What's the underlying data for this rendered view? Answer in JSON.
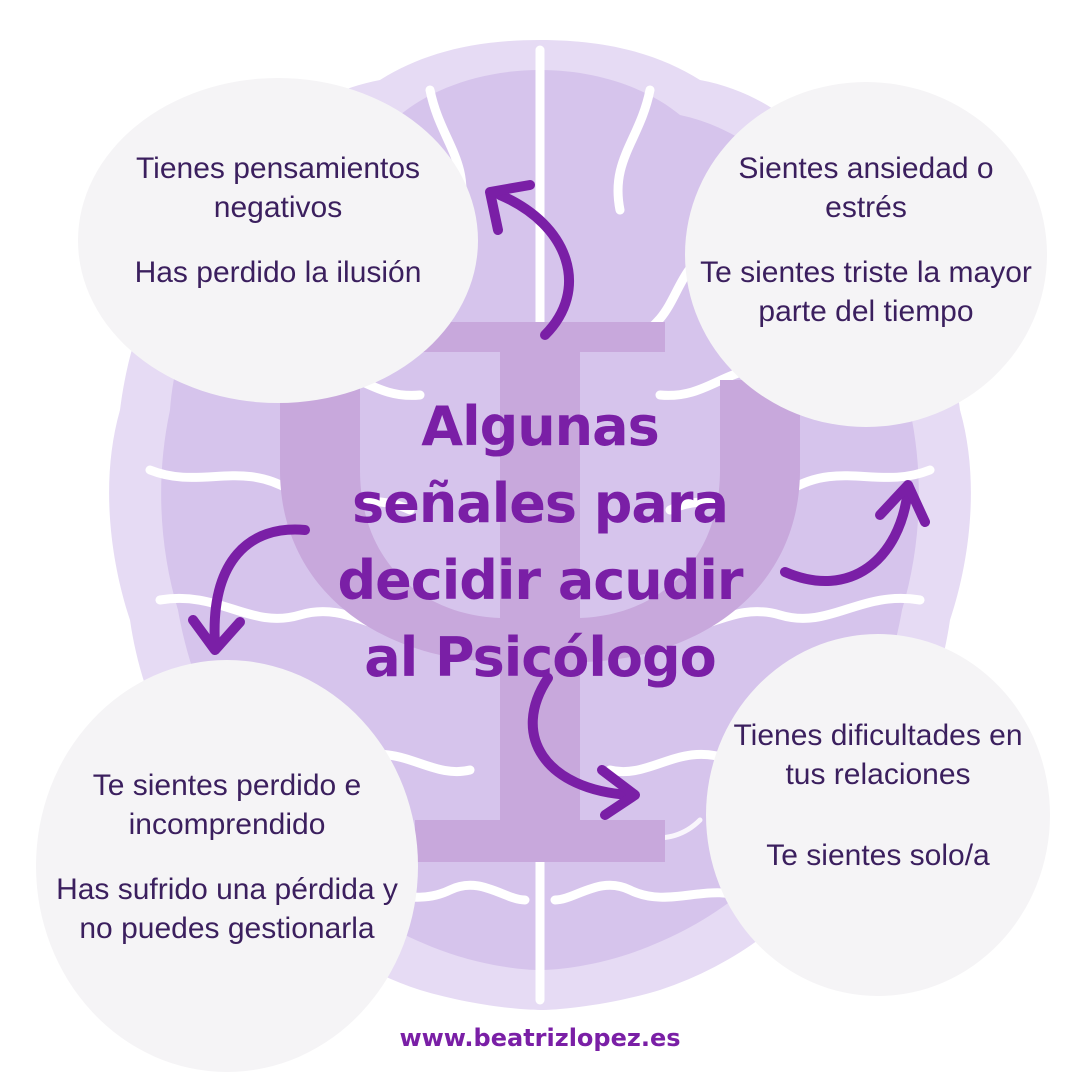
{
  "title": {
    "lines": [
      "Algunas",
      "señales para",
      "decidir acudir",
      "al Psicólogo"
    ]
  },
  "bubbles": {
    "top_left": [
      "Tienes pensamientos negativos",
      "Has perdido la ilusión"
    ],
    "top_right": [
      "Sientes ansiedad o estrés",
      "Te sientes triste la mayor parte del tiempo"
    ],
    "bottom_left": [
      "Te sientes perdido e incomprendido",
      "Has sufrido una pérdida y no puedes gestionarla"
    ],
    "bottom_right": [
      "Tienes dificultades en tus relaciones",
      "Te sientes solo/a"
    ]
  },
  "footer": "www.beatrizlopez.es",
  "colors": {
    "accent": "#7a1fa6",
    "text": "#3b1f5e",
    "bubble": "#f5f4f6",
    "brain_light": "#e6dbf4",
    "brain_mid": "#d6c4ec",
    "psi": "#c8a8dc"
  },
  "icons": [
    "brain-illustration",
    "psi-symbol",
    "curved-arrow-icon"
  ]
}
